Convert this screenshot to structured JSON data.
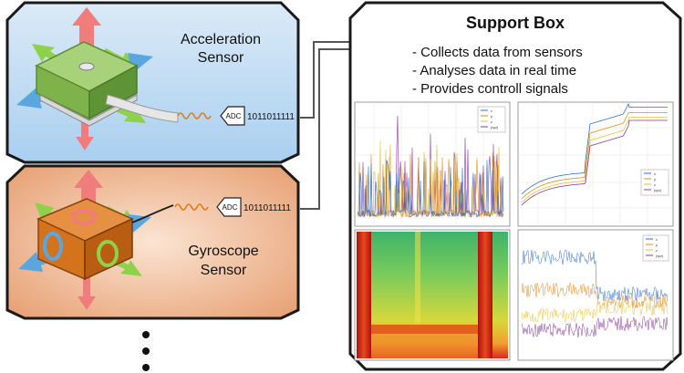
{
  "sensors": [
    {
      "label_line1": "Acceleration",
      "label_line2": "Sensor",
      "adc_label": "ADC",
      "bits": "1011011111",
      "bg_color": "#cfe3f5",
      "device_color": "#7db34a"
    },
    {
      "label_line1": "Gyroscope",
      "label_line2": "Sensor",
      "adc_label": "ADC",
      "bits": "1011011111",
      "bg_color": "#f2b892",
      "device_color": "#d4731e"
    }
  ],
  "support_box": {
    "title": "Support Box",
    "bullets": [
      "- Collects data from sensors",
      "- Analyses data in real time",
      "- Provides controll signals"
    ]
  },
  "plot_legends": {
    "top_left": [
      "x",
      "y",
      "z",
      "|xyz|"
    ],
    "top_right": [
      "x",
      "y",
      "z",
      "|xyz|"
    ],
    "bottom_right": [
      "x",
      "y",
      "z",
      "|xyz|"
    ]
  },
  "colors": {
    "arrow_vertical": "#f07c7c",
    "arrow_green": "#8ed14a",
    "arrow_blue": "#5aa7e0",
    "signal_wave": "#e07b1a",
    "series": [
      "#2e6fd1",
      "#e08a1e",
      "#e3c13b",
      "#8a3a9a"
    ]
  },
  "more_indicator": "vertical-ellipsis"
}
